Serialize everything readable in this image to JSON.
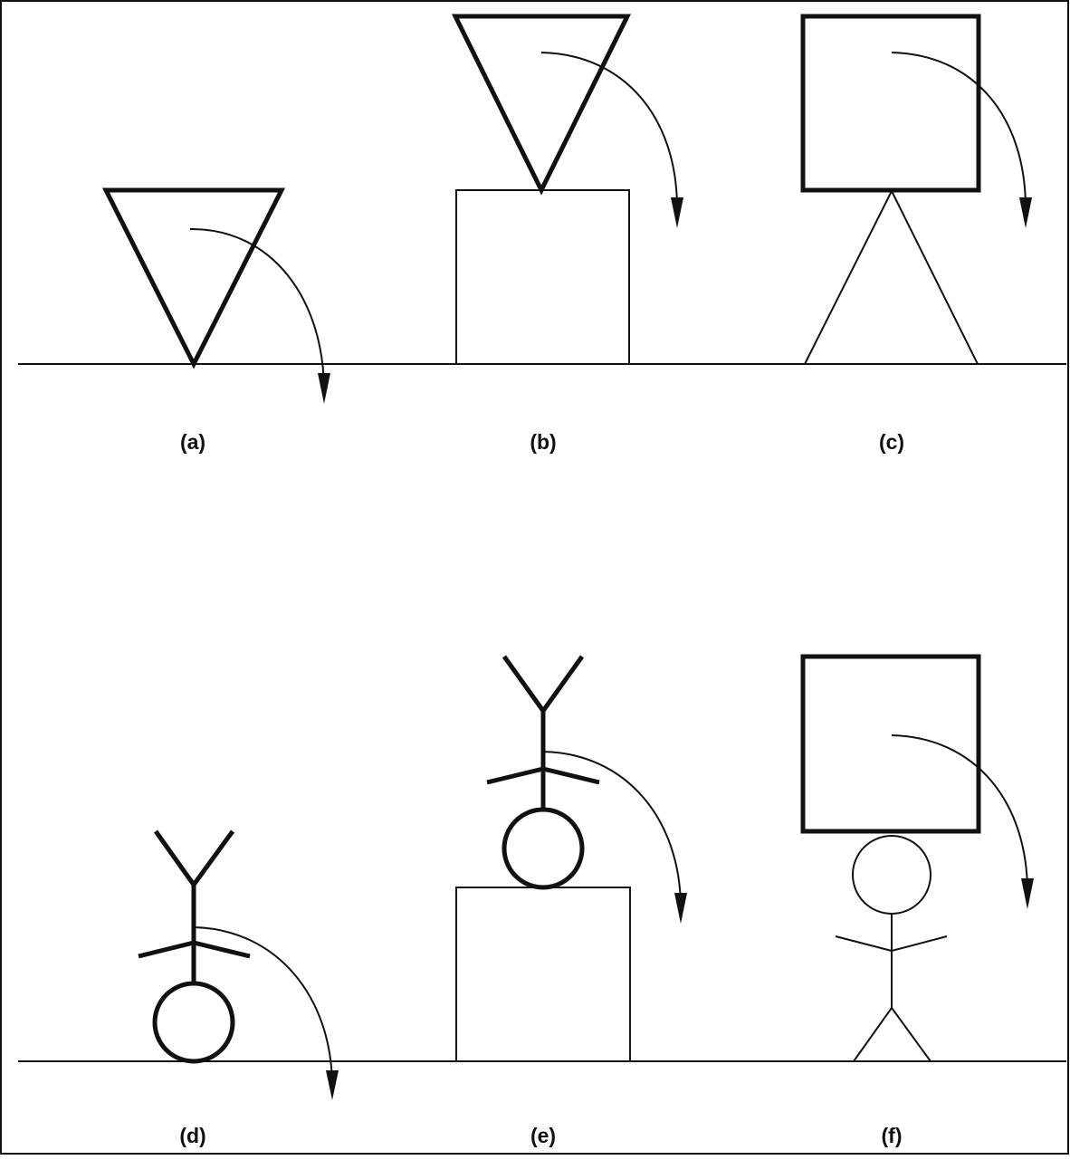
{
  "figure": {
    "panels": [
      {
        "id": "a",
        "label": "(a)",
        "description_icons": [
          "inverted-triangle-icon",
          "rotation-arrow-icon"
        ]
      },
      {
        "id": "b",
        "label": "(b)",
        "description_icons": [
          "inverted-triangle-icon",
          "box-icon",
          "rotation-arrow-icon"
        ]
      },
      {
        "id": "c",
        "label": "(c)",
        "description_icons": [
          "square-icon",
          "a-frame-icon",
          "rotation-arrow-icon"
        ]
      },
      {
        "id": "d",
        "label": "(d)",
        "description_icons": [
          "inverted-stick-figure-icon",
          "rotation-arrow-icon"
        ]
      },
      {
        "id": "e",
        "label": "(e)",
        "description_icons": [
          "inverted-stick-figure-icon",
          "box-icon",
          "rotation-arrow-icon"
        ]
      },
      {
        "id": "f",
        "label": "(f)",
        "description_icons": [
          "square-icon",
          "stick-figure-icon",
          "rotation-arrow-icon"
        ]
      }
    ],
    "colors": {
      "ink": "#111111",
      "background": "#ffffff"
    }
  }
}
